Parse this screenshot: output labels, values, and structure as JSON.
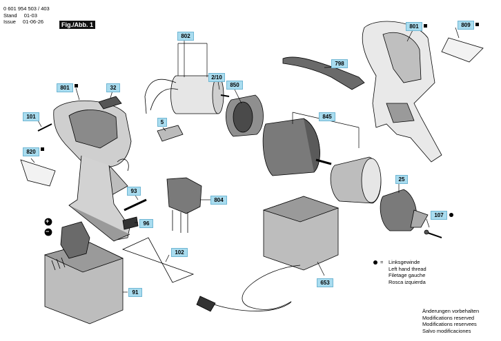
{
  "header": {
    "doc_number": "0 601 954 503 / 403",
    "stand_label": "Stand",
    "stand_value": "01-03",
    "issue_label": "Issue",
    "issue_value": "01-06-26",
    "figure_label": "Fig./Abb. 1"
  },
  "callouts": [
    {
      "id": "c802",
      "label": "802"
    },
    {
      "id": "c2-10",
      "label": "2/10"
    },
    {
      "id": "c850",
      "label": "850"
    },
    {
      "id": "c801-top",
      "label": "801",
      "marker": "square"
    },
    {
      "id": "c809",
      "label": "809",
      "marker": "square"
    },
    {
      "id": "c798",
      "label": "798"
    },
    {
      "id": "c801-left",
      "label": "801",
      "marker": "square"
    },
    {
      "id": "c32",
      "label": "32"
    },
    {
      "id": "c101",
      "label": "101"
    },
    {
      "id": "c820",
      "label": "820",
      "marker": "square"
    },
    {
      "id": "c5",
      "label": "5"
    },
    {
      "id": "c845",
      "label": "845"
    },
    {
      "id": "c25",
      "label": "25"
    },
    {
      "id": "c93",
      "label": "93"
    },
    {
      "id": "c804",
      "label": "804"
    },
    {
      "id": "c96",
      "label": "96"
    },
    {
      "id": "c107",
      "label": "107",
      "marker": "dot"
    },
    {
      "id": "c102",
      "label": "102"
    },
    {
      "id": "c653",
      "label": "653"
    },
    {
      "id": "c91",
      "label": "91"
    }
  ],
  "legend": {
    "symbol": "=",
    "lines": [
      "Linksgewinde",
      "Left hand thread",
      "Filetage gauche",
      "Rosca izquierda"
    ]
  },
  "note": {
    "lines": [
      "Änderungen vorbehalten",
      "Modifications reserved",
      "Modifications reservees",
      "Salvo modificaciones"
    ]
  },
  "battery_terminals": {
    "plus": "+",
    "minus": "−"
  },
  "colors": {
    "callout_fill": "#a9dcef",
    "line": "#000000",
    "part_fill": "#d9d9d9",
    "part_dark": "#7a7a7a"
  }
}
